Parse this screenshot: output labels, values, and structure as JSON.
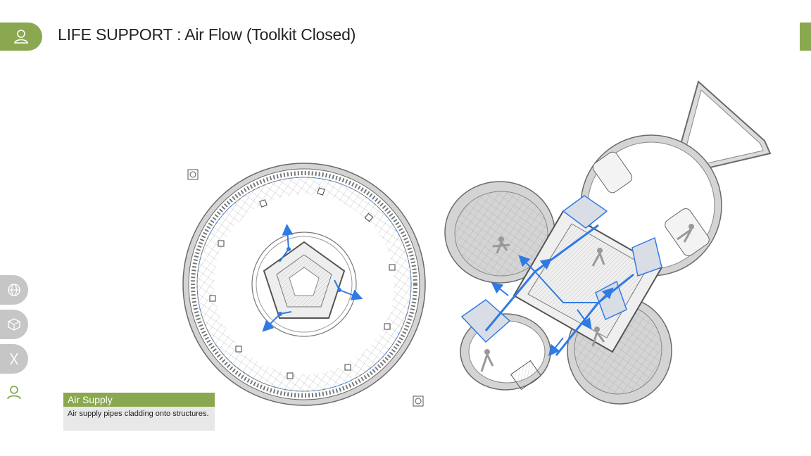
{
  "header": {
    "title": "LIFE SUPPORT : Air Flow (Toolkit Closed)",
    "user_icon": "user-icon"
  },
  "sidebar": {
    "items": [
      {
        "icon": "globe-icon"
      },
      {
        "icon": "cube-icon"
      },
      {
        "icon": "tools-icon"
      },
      {
        "icon": "user-icon",
        "active": true
      }
    ]
  },
  "legend": {
    "title": "Air Supply",
    "description": "Air supply pipes cladding onto structures."
  },
  "colors": {
    "accent": "#8aa84f",
    "air_flow": "#2f7ae5",
    "structure": "#7a7a7a",
    "inactive_button": "#c6c6c6"
  }
}
